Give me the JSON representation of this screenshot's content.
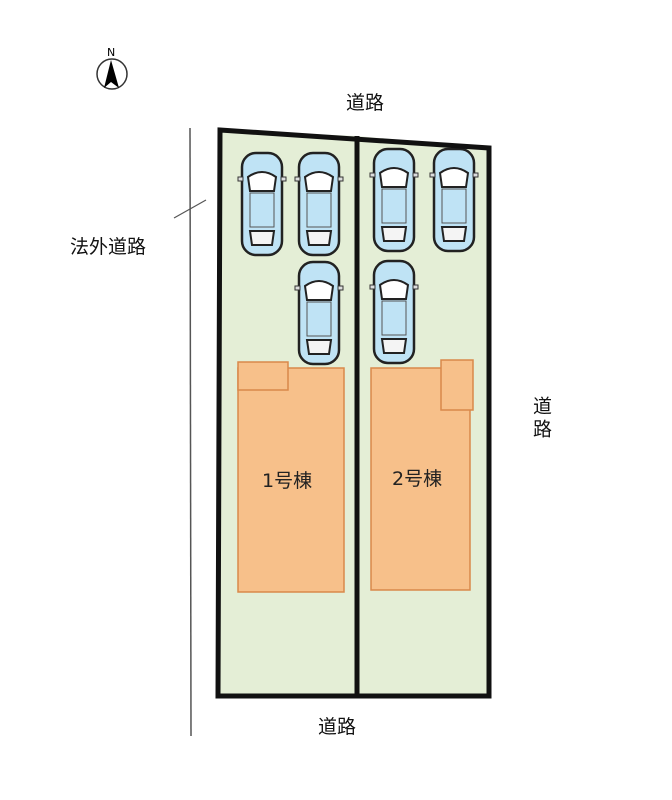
{
  "compass": {
    "label": "N"
  },
  "roads": {
    "top": "道路",
    "right": "道路",
    "bottom": "道路",
    "left": "法外道路"
  },
  "lots": [
    {
      "name": "1号棟",
      "parking_spaces": 3
    },
    {
      "name": "2号棟",
      "parking_spaces": 3
    }
  ],
  "colors": {
    "lot_fill": "#e4eed6",
    "house_fill": "#f7c08a",
    "house_stroke": "#d9884a",
    "car_body": "#bfe3f5",
    "boundary": "#111111"
  }
}
